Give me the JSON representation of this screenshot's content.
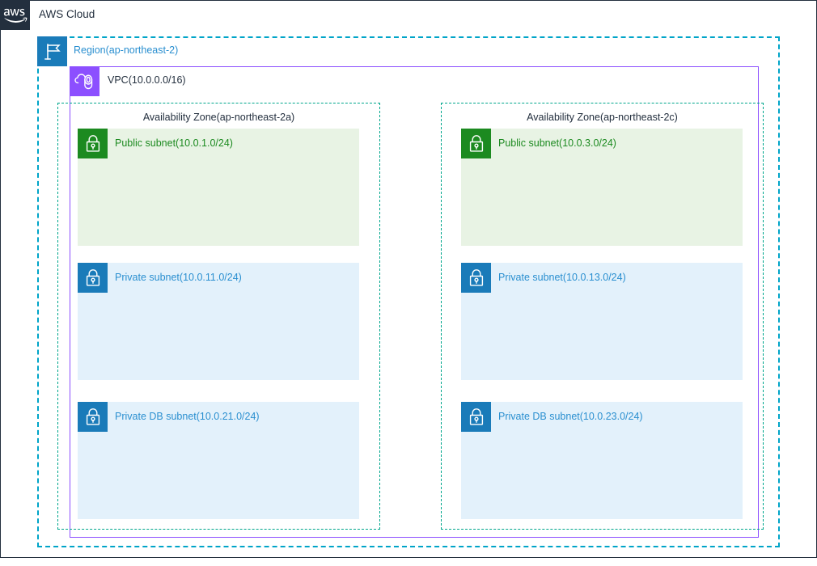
{
  "diagram": {
    "title": "AWS Cloud",
    "cloud": {
      "label": "AWS Cloud",
      "logo_icon": "aws-logo-icon",
      "border_color": "#232F3E"
    },
    "region": {
      "label": "Region(ap-northeast-2)",
      "icon": "region-flag-icon",
      "icon_color": "#1A7BB9",
      "border_color": "#00A4C8",
      "label_color": "#2A8FD0"
    },
    "vpc": {
      "label": "VPC(10.0.0.0/16)",
      "icon": "vpc-cloud-icon",
      "icon_color": "#8C4FFF",
      "border_color": "#8C4FFF",
      "label_color": "#232F3E"
    },
    "availability_zones": [
      {
        "label": "Availability Zone(ap-northeast-2a)",
        "border_color": "#00A68C",
        "subnets": [
          {
            "label": "Public subnet(10.0.1.0/24)",
            "type": "public",
            "icon": "padlock-icon",
            "icon_color": "#1C8A20",
            "fill_color": "#E8F3E4",
            "label_color": "#1C8A20",
            "cidr": "10.0.1.0/24"
          },
          {
            "label": "Private subnet(10.0.11.0/24)",
            "type": "private",
            "icon": "padlock-icon",
            "icon_color": "#1A7BB9",
            "fill_color": "#E3F1FB",
            "label_color": "#2A8FD0",
            "cidr": "10.0.11.0/24"
          },
          {
            "label": "Private DB subnet(10.0.21.0/24)",
            "type": "private",
            "icon": "padlock-icon",
            "icon_color": "#1A7BB9",
            "fill_color": "#E3F1FB",
            "label_color": "#2A8FD0",
            "cidr": "10.0.21.0/24"
          }
        ]
      },
      {
        "label": "Availability Zone(ap-northeast-2c)",
        "border_color": "#00A68C",
        "subnets": [
          {
            "label": "Public subnet(10.0.3.0/24)",
            "type": "public",
            "icon": "padlock-icon",
            "icon_color": "#1C8A20",
            "fill_color": "#E8F3E4",
            "label_color": "#1C8A20",
            "cidr": "10.0.3.0/24"
          },
          {
            "label": "Private subnet(10.0.13.0/24)",
            "type": "private",
            "icon": "padlock-icon",
            "icon_color": "#1A7BB9",
            "fill_color": "#E3F1FB",
            "label_color": "#2A8FD0",
            "cidr": "10.0.13.0/24"
          },
          {
            "label": "Private DB subnet(10.0.23.0/24)",
            "type": "private",
            "icon": "padlock-icon",
            "icon_color": "#1A7BB9",
            "fill_color": "#E3F1FB",
            "label_color": "#2A8FD0",
            "cidr": "10.0.23.0/24"
          }
        ]
      }
    ]
  }
}
